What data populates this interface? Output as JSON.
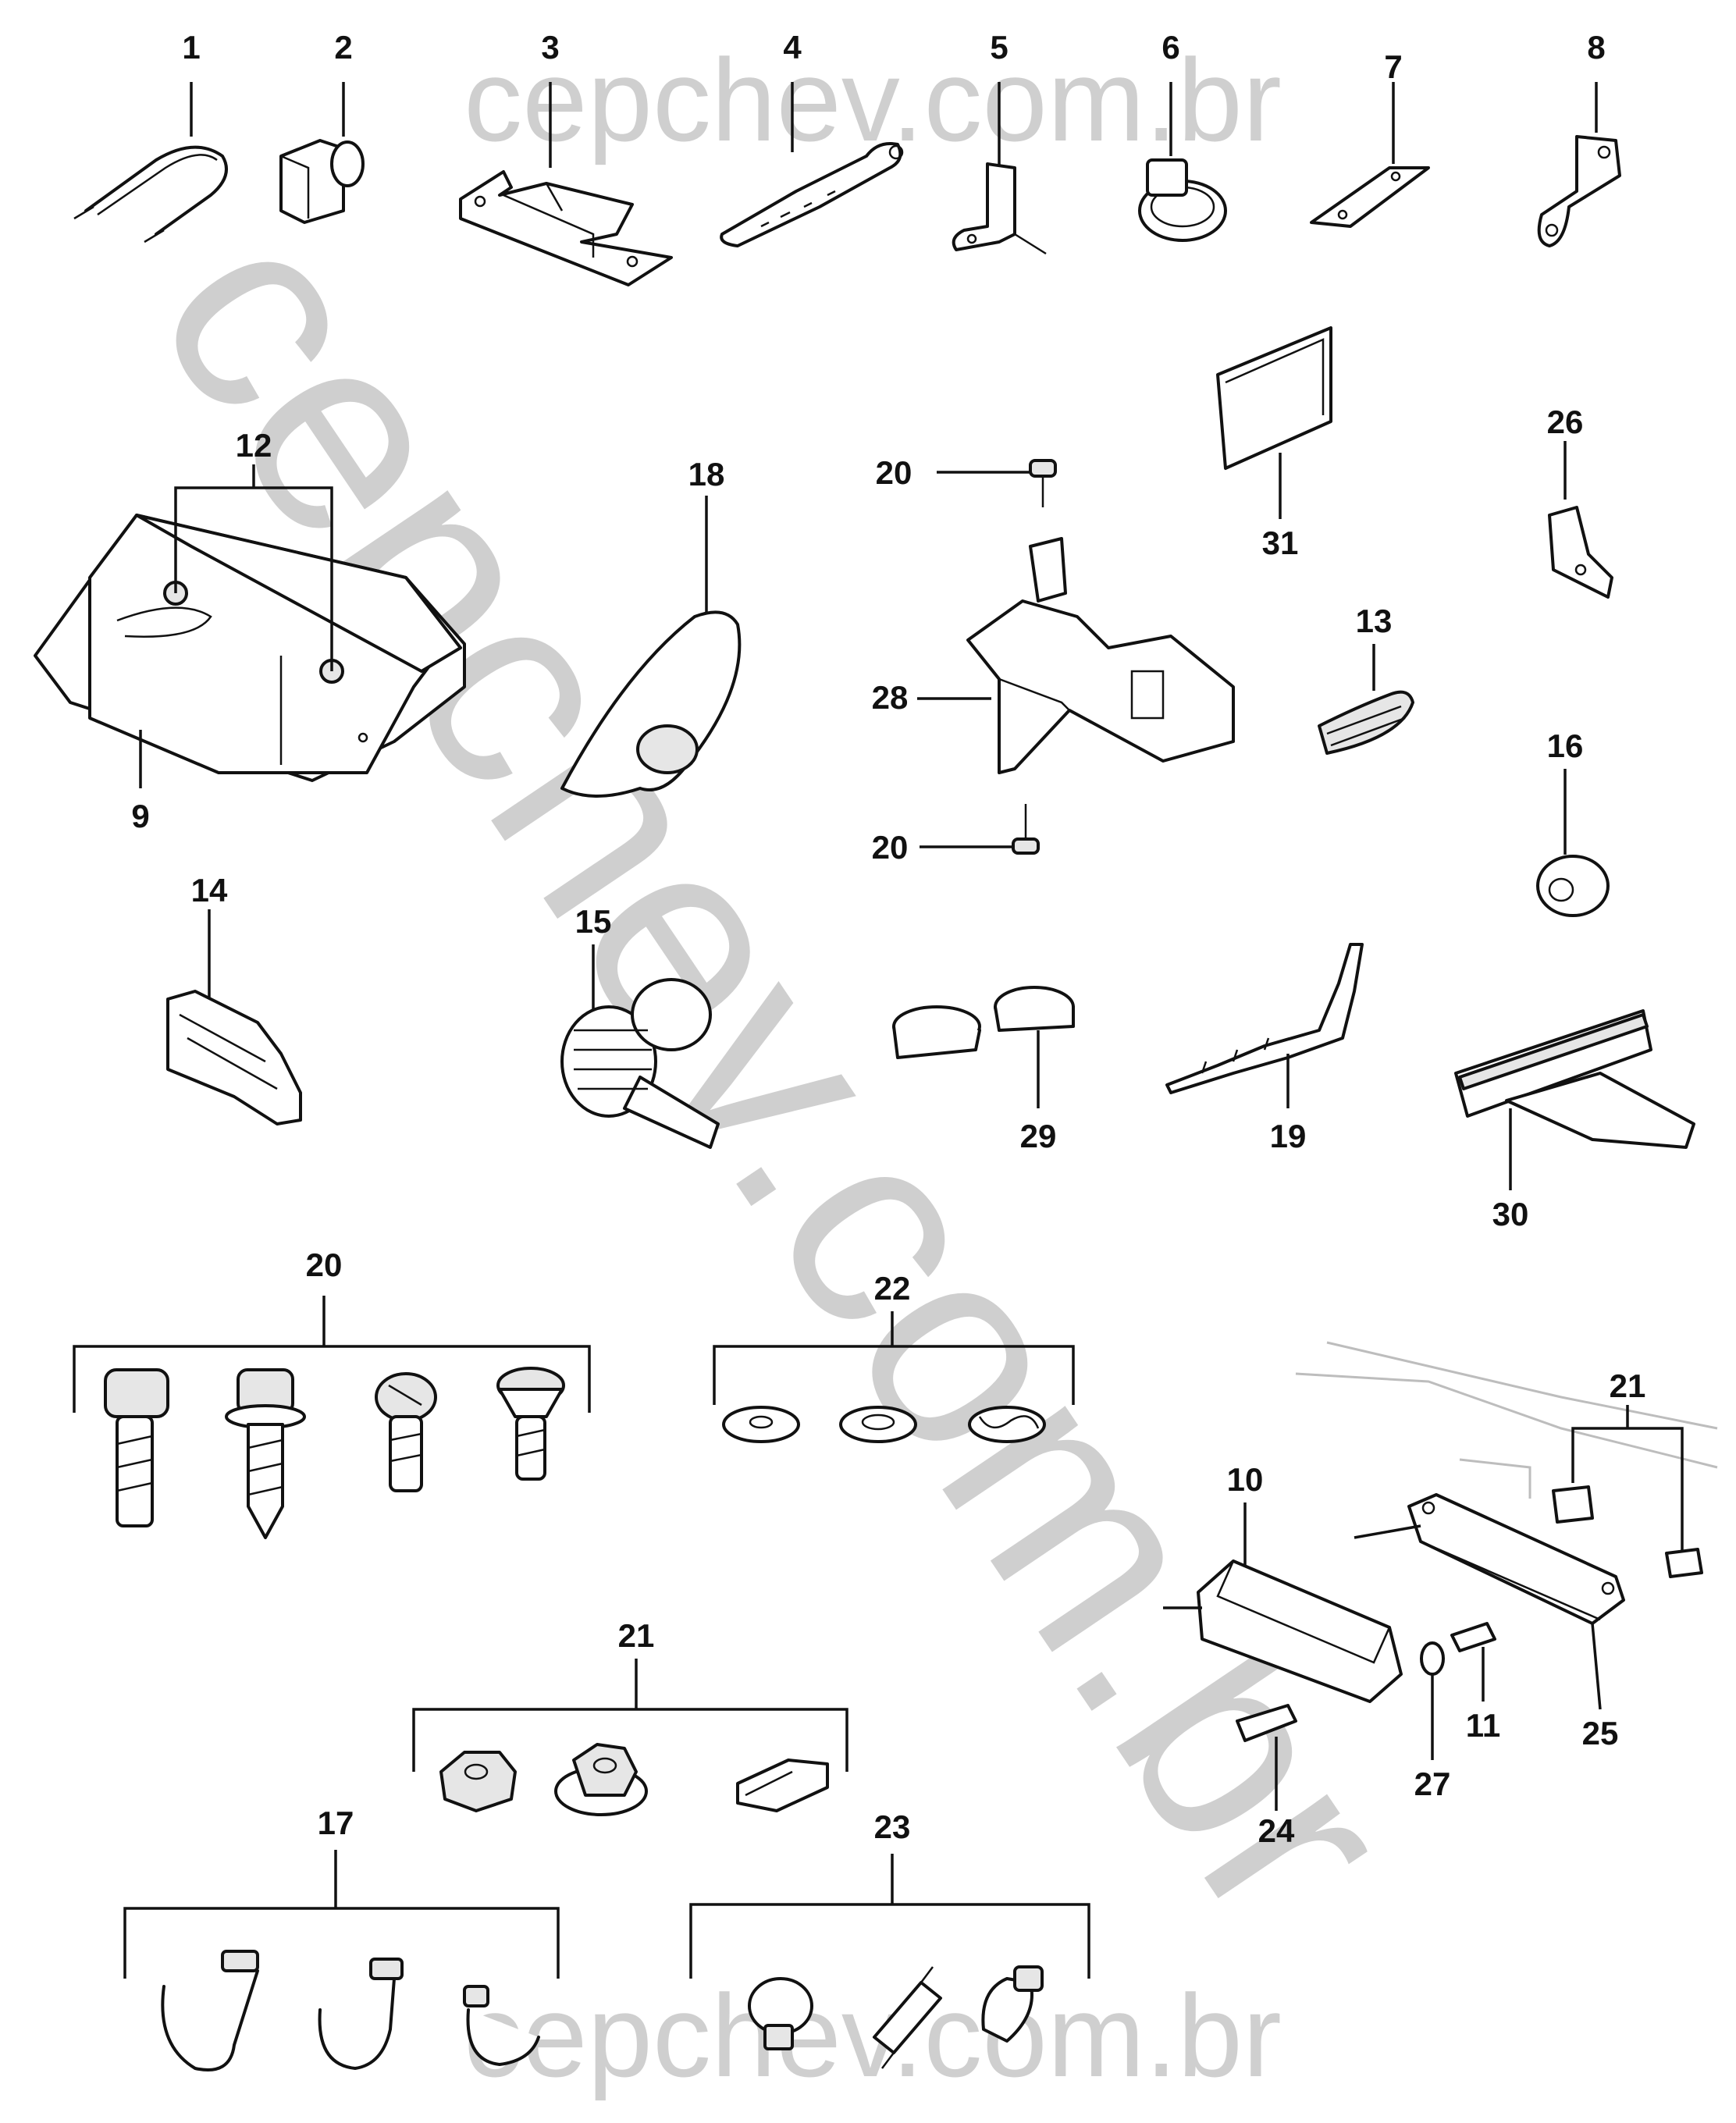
{
  "watermarks": {
    "top": "cepchev.com.br",
    "diagonal": "cepchev.com.br",
    "bottom": "cepchev.com.br"
  },
  "callouts": {
    "c1": "1",
    "c2": "2",
    "c3": "3",
    "c4": "4",
    "c5": "5",
    "c6": "6",
    "c7": "7",
    "c8": "8",
    "c9": "9",
    "c10": "10",
    "c11": "11",
    "c12": "12",
    "c13": "13",
    "c14": "14",
    "c15": "15",
    "c16": "16",
    "c17": "17",
    "c18": "18",
    "c19": "19",
    "c20_top": "20",
    "c20_bottom": "20",
    "c20_group": "20",
    "c21_group": "21",
    "c21_right": "21",
    "c22": "22",
    "c23": "23",
    "c24": "24",
    "c25": "25",
    "c26": "26",
    "c27": "27",
    "c28": "28",
    "c29": "29",
    "c30": "30",
    "c31": "31"
  }
}
